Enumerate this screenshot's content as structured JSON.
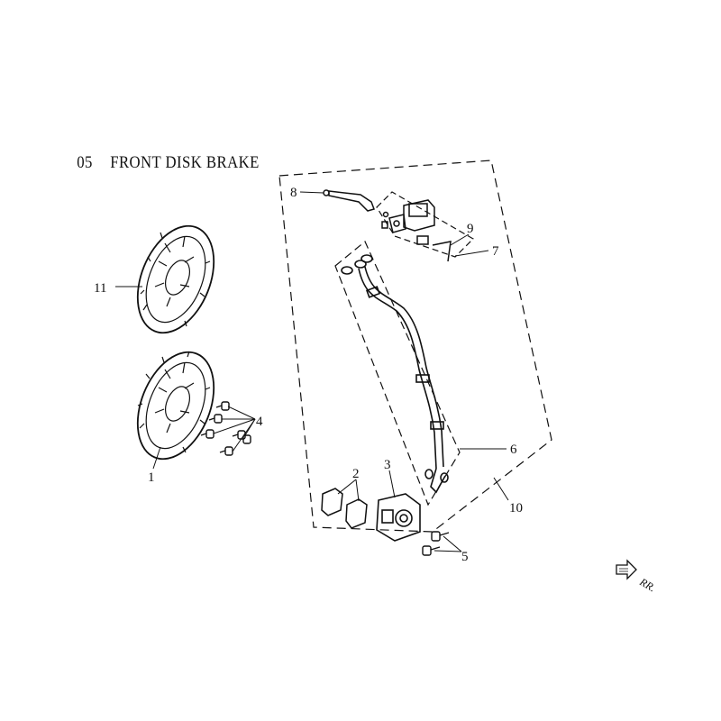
{
  "header": {
    "section_number": "05",
    "section_title": "FRONT DISK BRAKE"
  },
  "callouts": {
    "p1": "1",
    "p2": "2",
    "p3": "3",
    "p4": "4",
    "p5": "5",
    "p6": "6",
    "p7": "7",
    "p8": "8",
    "p9": "9",
    "p10": "10",
    "p11": "11"
  },
  "direction": {
    "label": "RR.",
    "icon": "arrow-direction-icon"
  },
  "colors": {
    "ink": "#111111",
    "background": "#ffffff"
  }
}
